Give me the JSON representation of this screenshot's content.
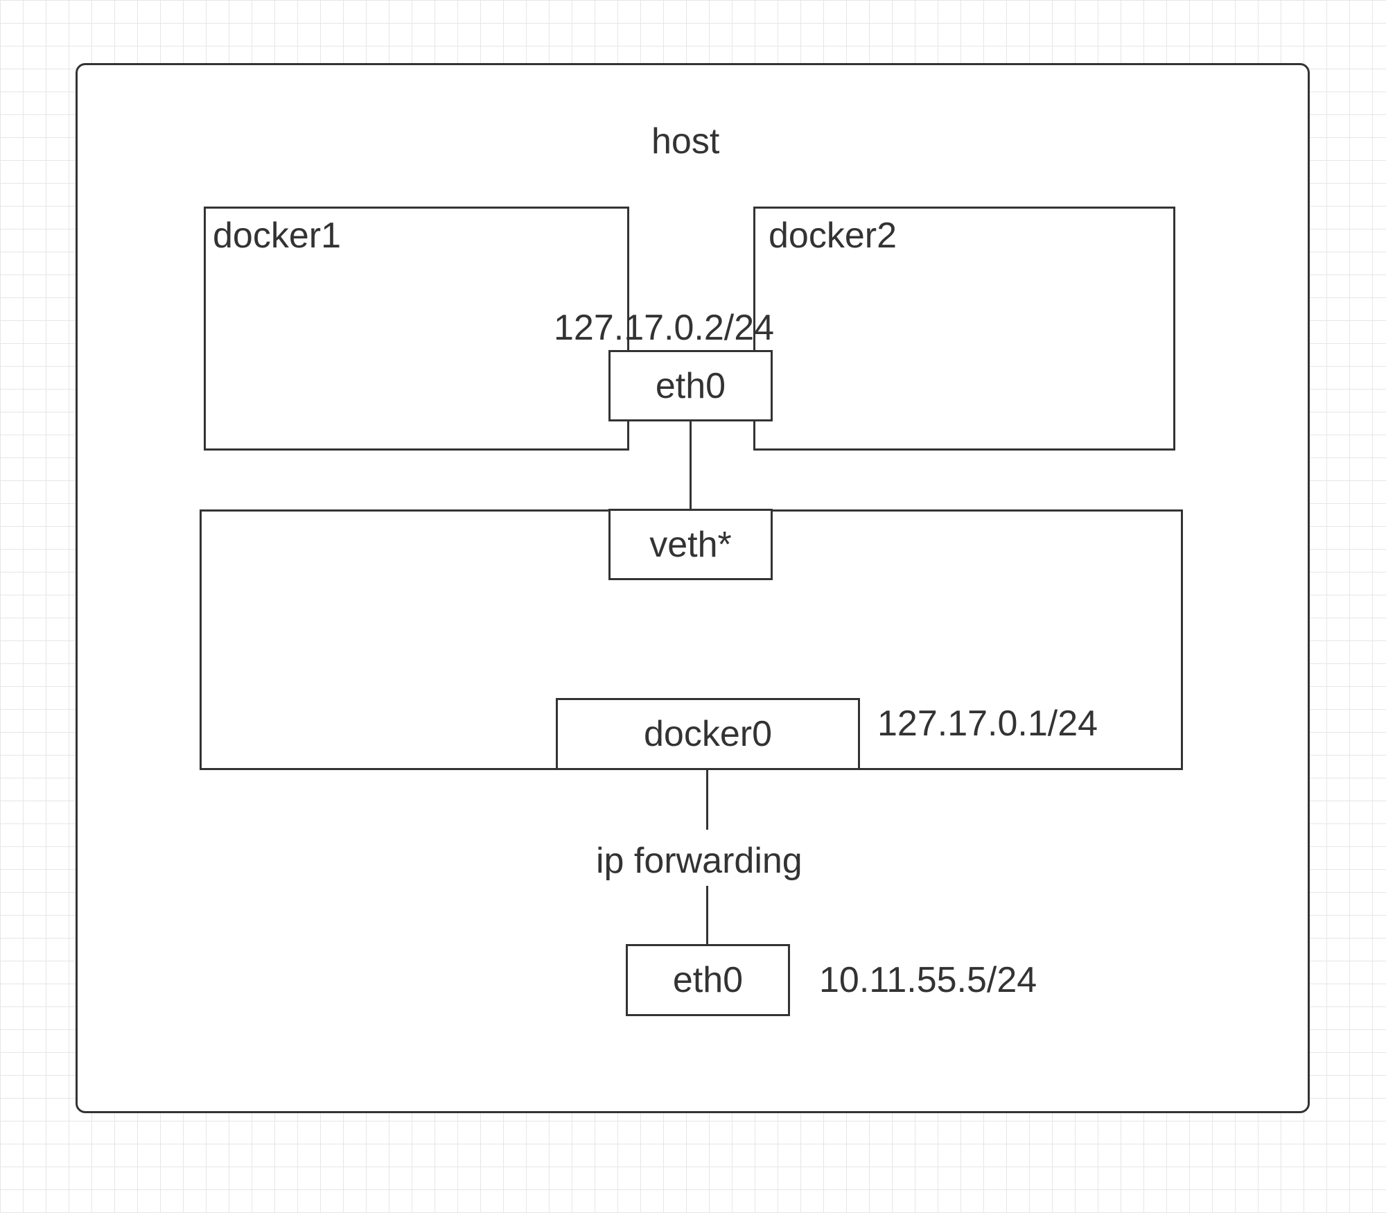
{
  "host": {
    "label": "host"
  },
  "containers": {
    "docker1": {
      "label": "docker1"
    },
    "docker2": {
      "label": "docker2"
    },
    "shared_eth0": {
      "label": "eth0",
      "ip": "127.17.0.2/24"
    }
  },
  "bridge": {
    "veth": {
      "label": "veth*"
    },
    "docker0": {
      "label": "docker0",
      "ip": "127.17.0.1/24"
    }
  },
  "forwarding": {
    "label": "ip forwarding"
  },
  "host_eth0": {
    "label": "eth0",
    "ip": "10.11.55.5/24"
  }
}
